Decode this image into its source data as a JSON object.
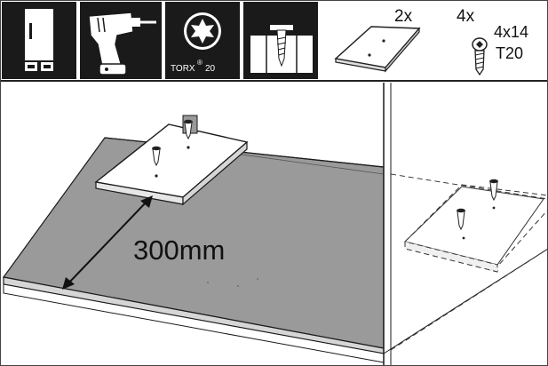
{
  "toolbar": {
    "torx_prefix": "TORX",
    "torx_mark": "®",
    "torx_size": "20",
    "plate_qty": "2x",
    "screw_qty": "4x",
    "screw_size": "4x14",
    "screw_drive": "T20"
  },
  "illustration": {
    "dimension_label": "300mm"
  },
  "colors": {
    "icon_bg": "#1a1a1a",
    "floor": "#9a9a9a",
    "panel_fill": "#ffffff",
    "line": "#1a1a1a"
  }
}
